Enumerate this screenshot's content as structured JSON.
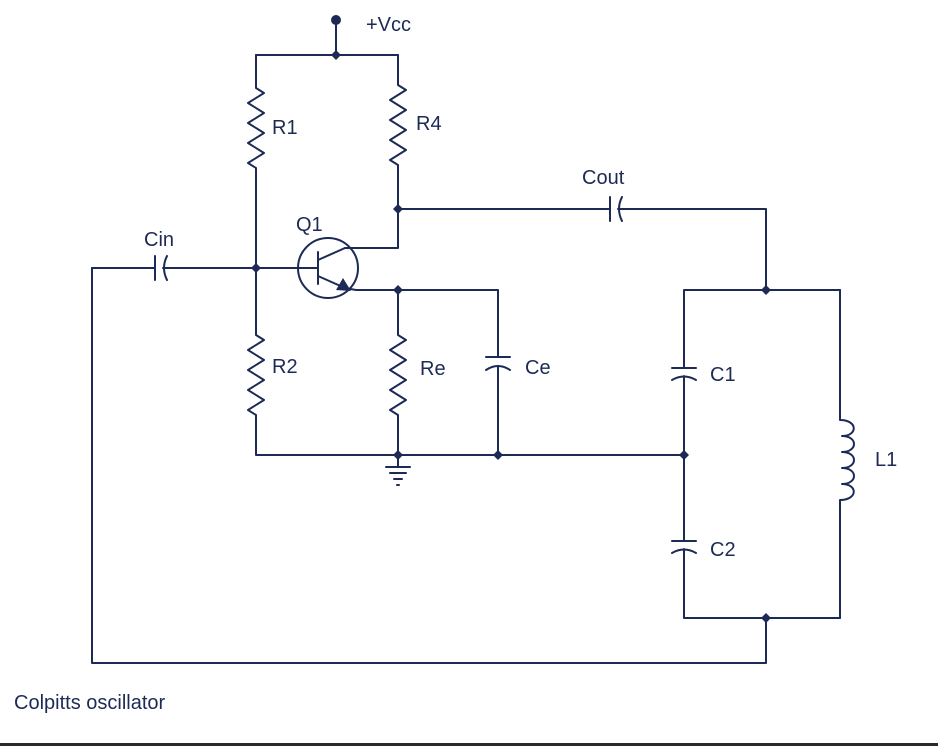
{
  "caption": "Colpitts oscillator",
  "labels": {
    "vcc": "+Vcc",
    "r1": "R1",
    "r2": "R2",
    "r4": "R4",
    "re": "Re",
    "q1": "Q1",
    "cin": "Cin",
    "cout": "Cout",
    "ce": "Ce",
    "c1": "C1",
    "c2": "C2",
    "l1": "L1"
  },
  "colors": {
    "ink": "#1c2a55",
    "background": "#ffffff"
  }
}
